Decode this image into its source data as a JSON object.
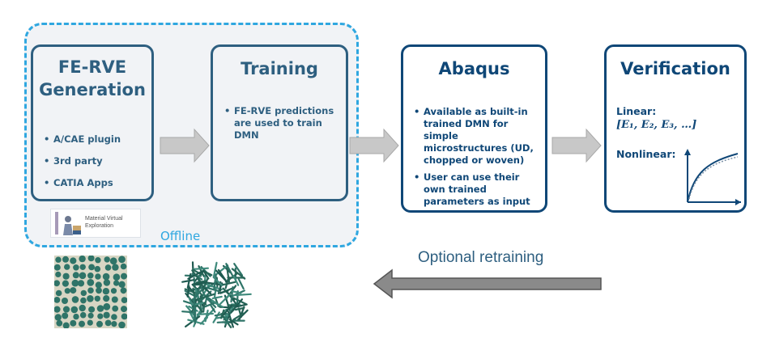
{
  "offline_label": "Offline",
  "boxes": {
    "fe_rve": {
      "title_line1": "FE-RVE",
      "title_line2": "Generation",
      "bullets": [
        "A/CAE plugin",
        "3rd party",
        "CATIA Apps"
      ]
    },
    "training": {
      "title": "Training",
      "bullets": [
        "FE-RVE predictions are used to train DMN"
      ]
    },
    "abaqus": {
      "title": "Abaqus",
      "bullets": [
        "Available as built-in trained DMN for simple microstructures (UD, chopped or woven)",
        "User can use their own trained parameters as input"
      ]
    },
    "verification": {
      "title": "Verification",
      "linear_label": "Linear:",
      "linear_eq": "[E₁, E₂, E₃, …]",
      "nonlinear_label": "Nonlinear:"
    }
  },
  "mve_logo": {
    "line1": "Material Virtual",
    "line2": "Exploration"
  },
  "retraining_label": "Optional retraining",
  "colors": {
    "accent_dark": "#0f4777",
    "accent": "#2e5f80",
    "offline_dash": "#2fa7e0",
    "arrow_gray": "#c8c8c8",
    "fiber_green": "#2f7468"
  }
}
